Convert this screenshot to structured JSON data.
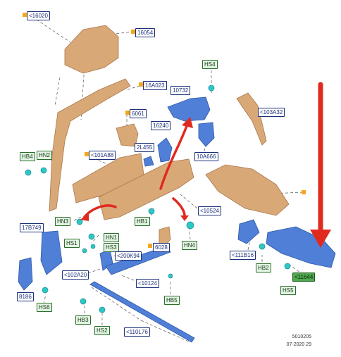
{
  "colors": {
    "body_panel": "#d9a877",
    "bracket_blue": "#4f7fd6",
    "fastener_cyan": "#2fc6c8",
    "arrow_red": "#e02a1e",
    "label_border": "#1a2f7a",
    "highlight_green": "#4fa84f",
    "leader_dot": "#f2a81d"
  },
  "labels": {
    "l16020": "<16020",
    "l16054": "16054",
    "l16A023": "16A023",
    "l6061": "6061",
    "l16240": "16240",
    "l2L455": "2L455",
    "l101A88": "<101A88",
    "l10732": "10732",
    "hs4": "HS4",
    "l103A32": "<103A32",
    "l10A666": "10A666",
    "hb4": "HB4",
    "hn2": "HN2",
    "hn3": "HN3",
    "hb1": "HB1",
    "l10524": "<10524",
    "l17B749": "17B749",
    "hn1": "HN1",
    "hs1": "HS1",
    "hs3": "HS3",
    "l200K94": "<200K94",
    "l6028": "6028",
    "hn4": "HN4",
    "l102A20": "<102A20",
    "l10124": "<10124",
    "l111B16": "<111B16",
    "hb2": "HB2",
    "l11644": "<11644",
    "hs5": "HS5",
    "l8186": "8186",
    "hs6": "HS6",
    "hb5": "HB5",
    "hb3": "HB3",
    "hs2": "HS2",
    "l110L76": "<110L76"
  },
  "footer": {
    "code": "5010205",
    "date": "07-2020 29"
  }
}
